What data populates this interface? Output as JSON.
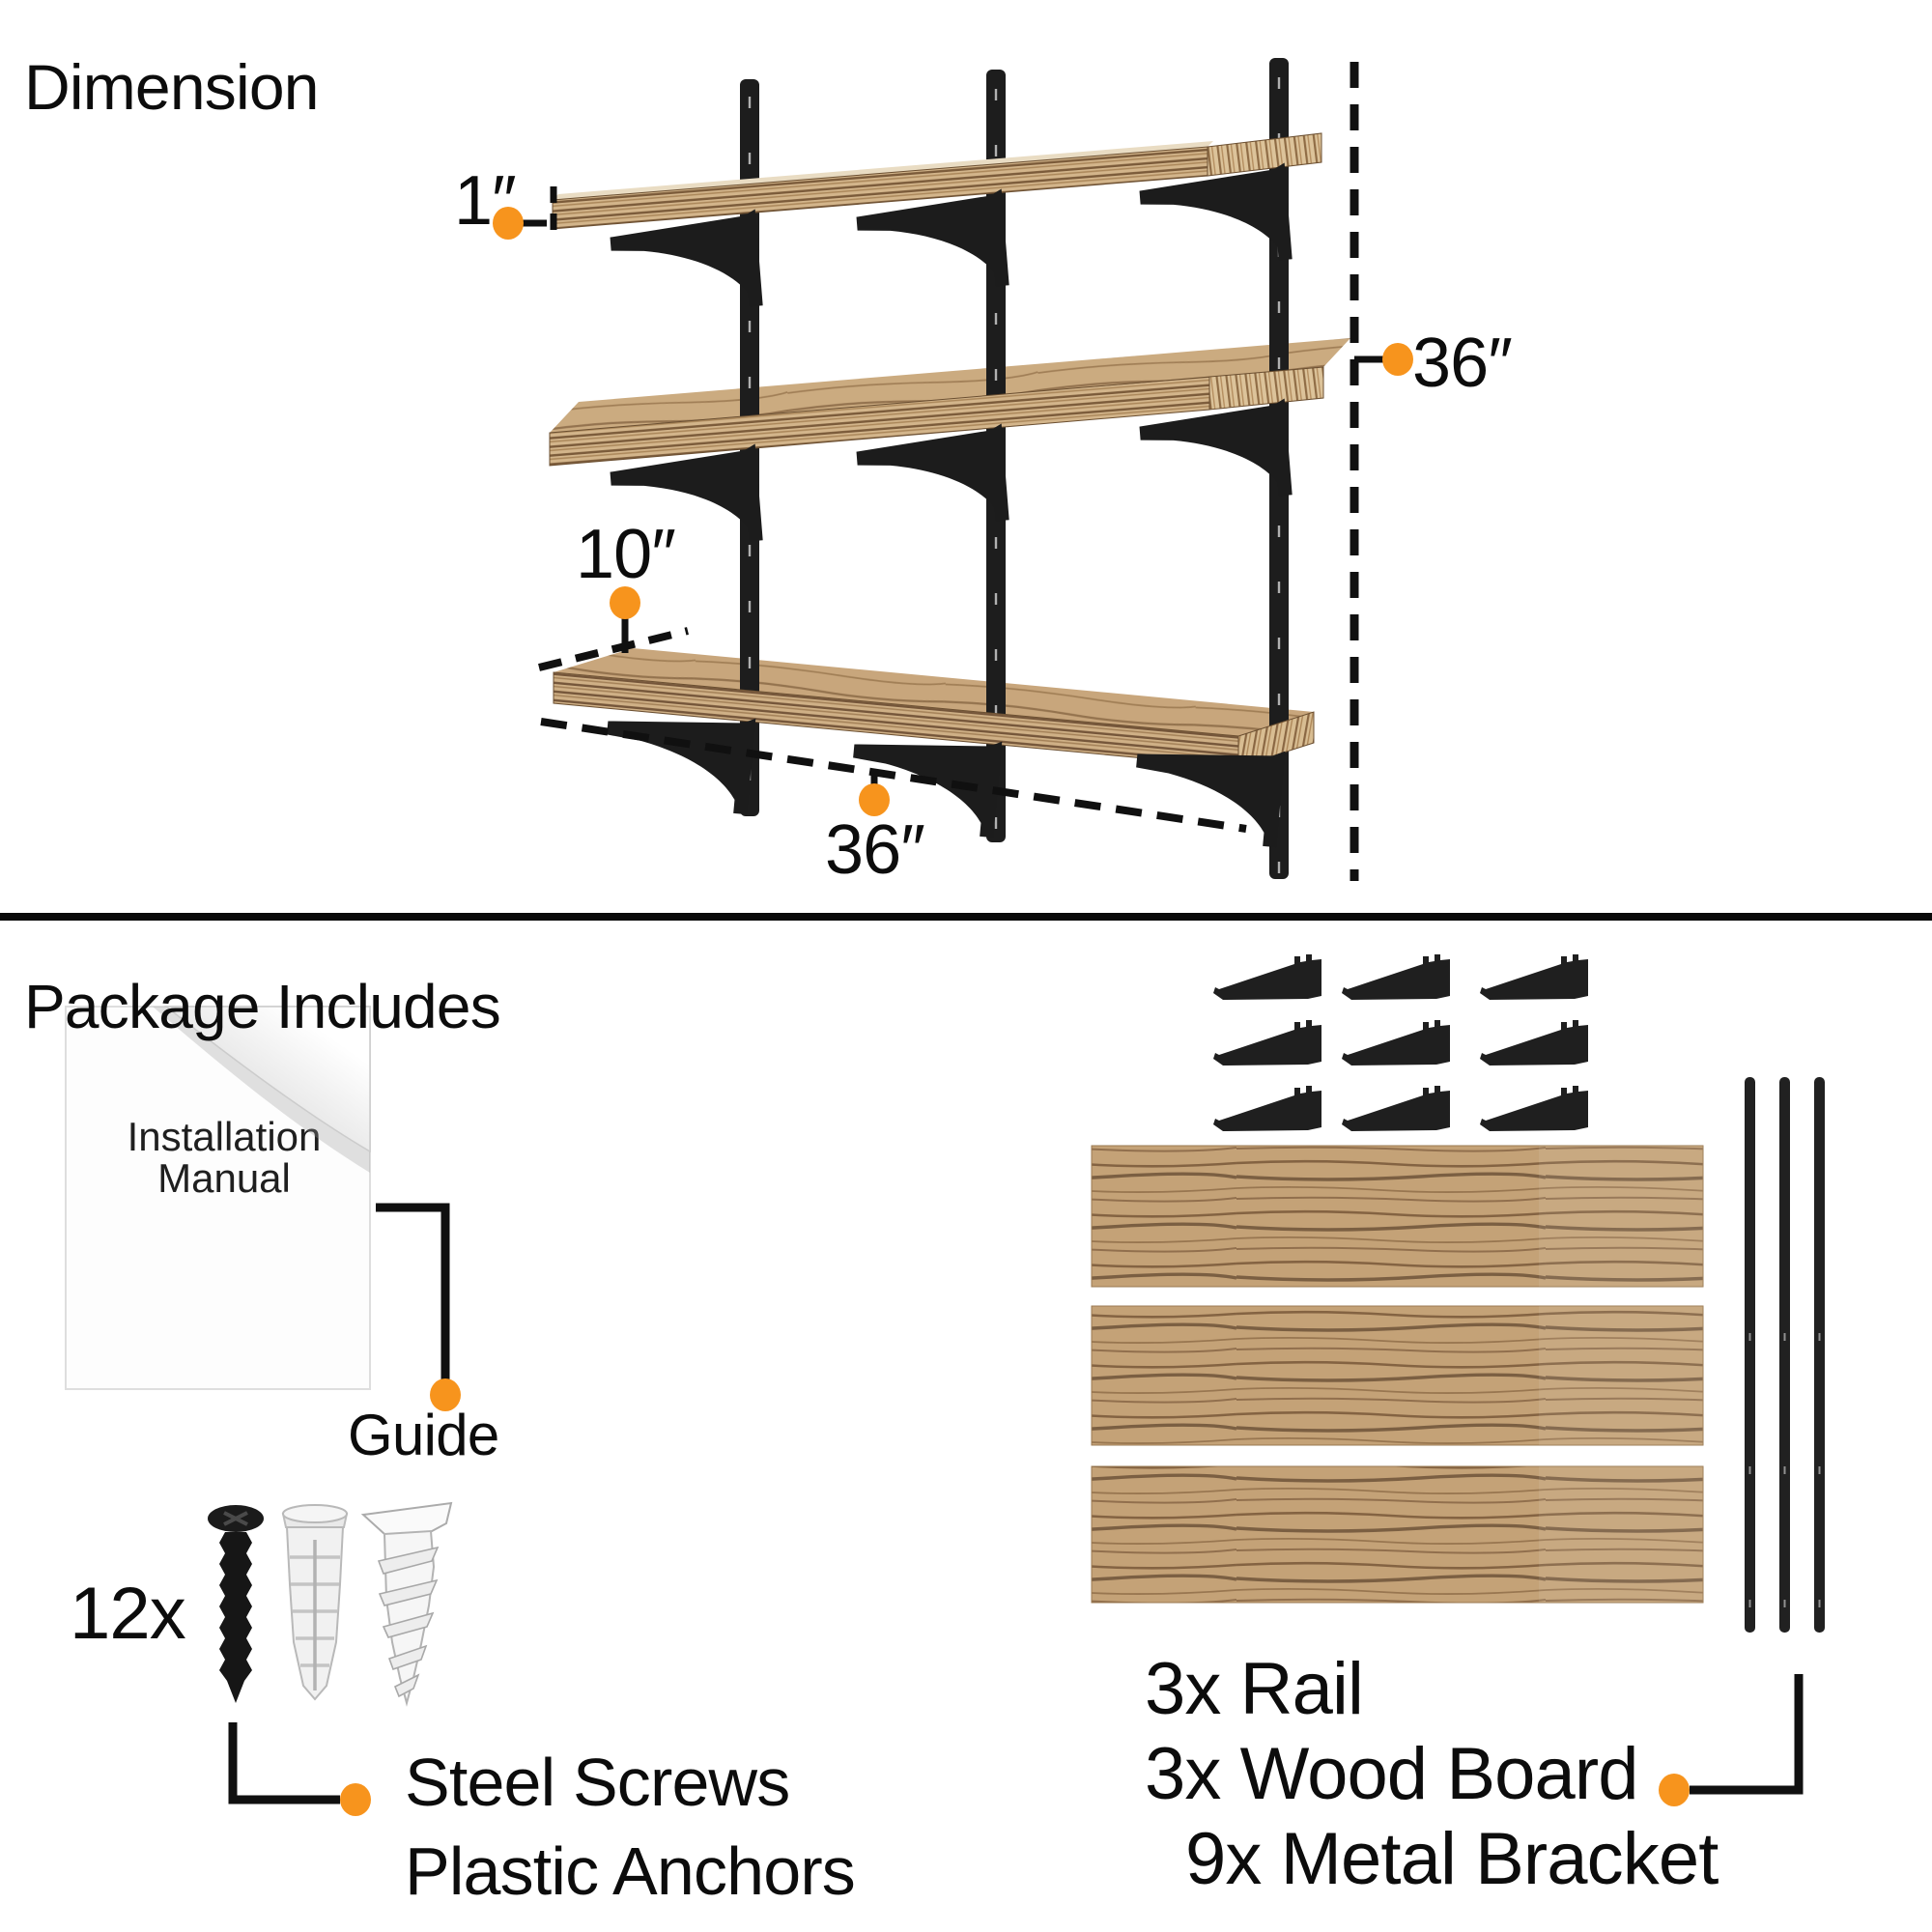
{
  "accent_color": "#F7941D",
  "wood_color": "#C8A67C",
  "metal_color": "#1D1D1D",
  "dimension_section": {
    "title": "Dimension",
    "board_thickness_label": "1″",
    "board_depth_label": "10″",
    "board_width_label": "36″",
    "unit_height_label": "36″"
  },
  "package_section": {
    "title": "Package Includes",
    "manual_sheet": {
      "line1": "Installation",
      "line2": "Manual"
    },
    "guide_label": "Guide",
    "hardware_count_label": "12x",
    "hardware_line1": "Steel Screws",
    "hardware_line2": "Plastic Anchors",
    "contents": {
      "rails": "3x Rail",
      "boards": "3x Wood Board",
      "brackets": "9x Metal Bracket"
    }
  }
}
